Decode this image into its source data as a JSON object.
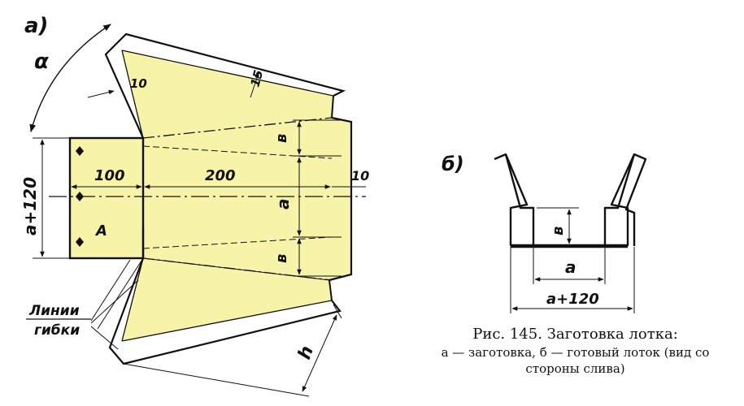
{
  "colors": {
    "fill": "#f7f3a8",
    "ink": "#111111"
  },
  "figure_a": {
    "label": "а)",
    "angle": "α",
    "dim_10_left": "10",
    "dim_15": "15",
    "dim_100": "100",
    "dim_200": "200",
    "dim_10_right": "10",
    "dim_b_top": "в",
    "dim_a": "а",
    "dim_b_bottom": "в",
    "dim_a120": "а+120",
    "region": "А",
    "fold_lines_1": "Линии",
    "fold_lines_2": "гибки",
    "dim_h": "h"
  },
  "figure_b": {
    "label": "б)",
    "dim_b": "в",
    "dim_a": "а",
    "dim_a120": "а+120"
  },
  "caption": {
    "title": "Рис. 145. Заготовка лотка:",
    "line1": "а — заготовка, б — готовый лоток (вид со",
    "line2": "стороны слива)"
  }
}
